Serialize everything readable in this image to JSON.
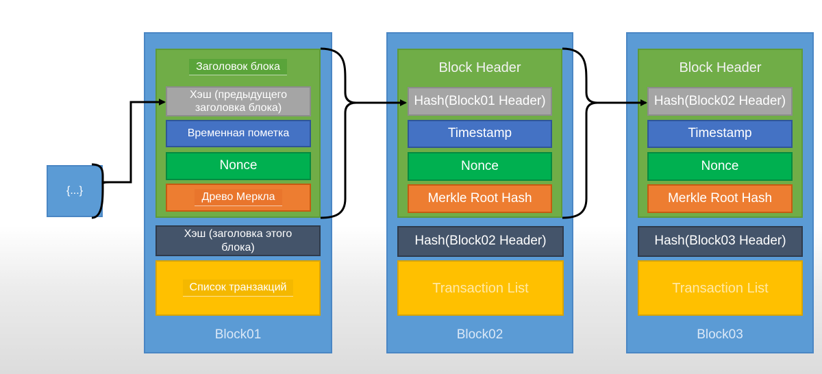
{
  "genesis": {
    "label": "{...}"
  },
  "blocks": [
    {
      "header_title": "Заголовок блока",
      "prev_hash": "Хэш (предыдущего заголовка блока)",
      "timestamp": "Временная пометка",
      "nonce": "Nonce",
      "merkle": "Древо Меркла",
      "this_hash": "Хэш (заголовка этого блока)",
      "tx_list": "Список транзакций",
      "name": "Block01"
    },
    {
      "header_title": "Block Header",
      "prev_hash": "Hash(Block01 Header)",
      "timestamp": "Timestamp",
      "nonce": "Nonce",
      "merkle": "Merkle Root Hash",
      "this_hash": "Hash(Block02 Header)",
      "tx_list": "Transaction List",
      "name": "Block02"
    },
    {
      "header_title": "Block Header",
      "prev_hash": "Hash(Block02 Header)",
      "timestamp": "Timestamp",
      "nonce": "Nonce",
      "merkle": "Merkle Root Hash",
      "this_hash": "Hash(Block03 Header)",
      "tx_list": "Transaction List",
      "name": "Block03"
    }
  ],
  "colors": {
    "block": "#5b9bd5",
    "header": "#70ad47",
    "prev_hash": "#a5a5a5",
    "timestamp": "#4472c4",
    "nonce": "#00b050",
    "merkle": "#ed7d31",
    "this_hash": "#44546a",
    "tx_list": "#ffc000",
    "arrow": "#000000"
  }
}
